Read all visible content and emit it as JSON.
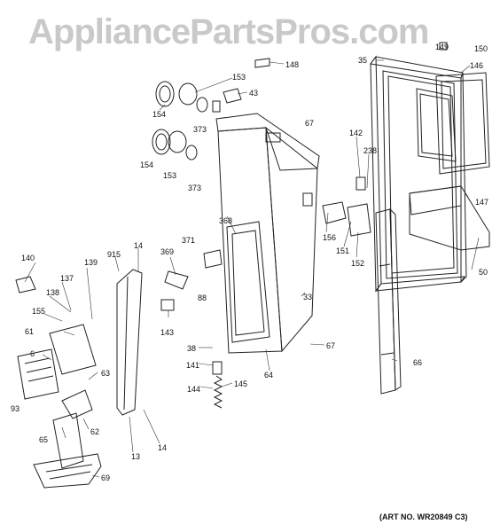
{
  "watermark": "AppliancePartsPros.com",
  "art_number": "(ART NO. WR20849 C3)",
  "callouts": [
    "149",
    "150",
    "35",
    "146",
    "148",
    "153",
    "43",
    "154",
    "373",
    "67",
    "142",
    "238",
    "147",
    "154",
    "153",
    "373",
    "368",
    "156",
    "151",
    "152",
    "50",
    "140",
    "915",
    "14",
    "369",
    "371",
    "137",
    "139",
    "88",
    "138",
    "155",
    "33",
    "61",
    "143",
    "67",
    "66",
    "6",
    "38",
    "141",
    "63",
    "145",
    "93",
    "144",
    "62",
    "64",
    "65",
    "14",
    "13",
    "69"
  ]
}
